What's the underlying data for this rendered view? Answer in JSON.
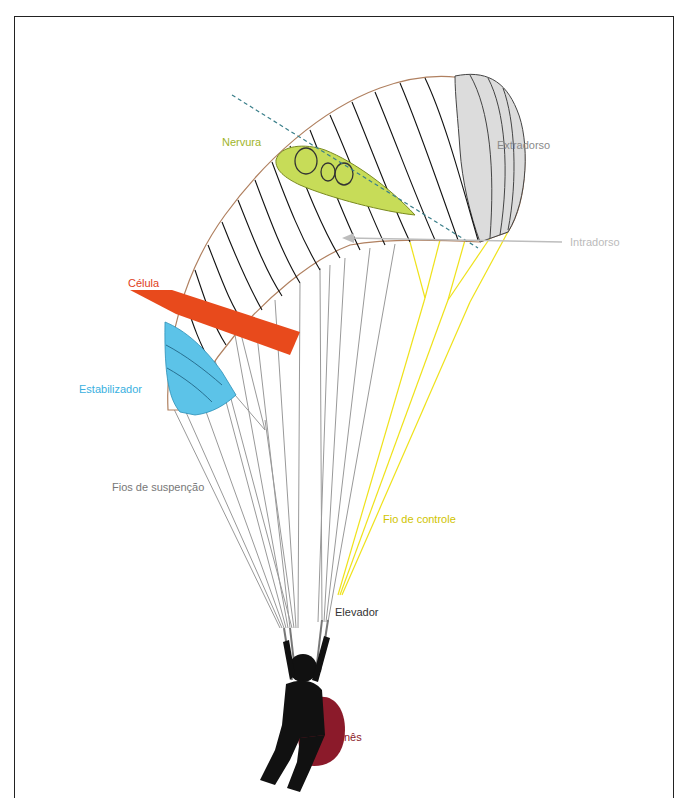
{
  "diagram": {
    "labels": [
      "Nervura",
      "Extradorso",
      "Intradorso",
      "Célula",
      "Estabilizador",
      "Fios de suspenção",
      "Fio de controle",
      "Elevador",
      "Arnês"
    ]
  }
}
